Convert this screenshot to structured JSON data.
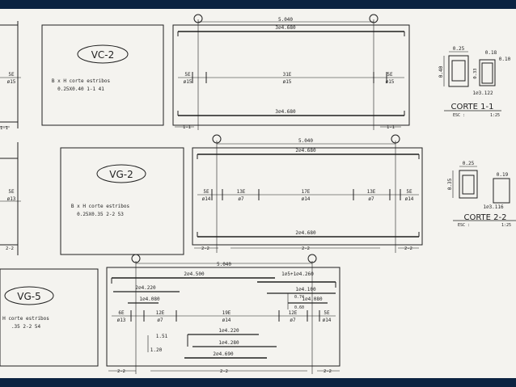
{
  "beam_vc2": {
    "tag": "VC-2",
    "hdr": "B x H  corte   estribos",
    "val": "0.25X0.40  1-1    41",
    "span": "5.040",
    "top_bar": "3∅4.680",
    "bot_bar": "3∅4.680",
    "left_st_n": "5E",
    "left_st_s": "ø15",
    "mid_st_n": "31E",
    "mid_st_s": "ø15",
    "right_st_n": "5E",
    "right_st_s": "ø15",
    "left_edge_n": "5E",
    "left_edge_s": "ø15"
  },
  "section_11": {
    "b": "0.25",
    "h": "0.40",
    "stirrup": "1∅3.122",
    "title": "CORTE 1-1",
    "esc": "ESC :",
    "scale": "1:25"
  },
  "beam_vg2": {
    "tag": "VG-2",
    "hdr": "B x H   corte   estribos",
    "val": "0.25X0.35   2-2     53",
    "span": "5.040",
    "top_bar": "2∅4.680",
    "bot_bar": "2∅4.680",
    "cut": "2-2",
    "st": [
      {
        "n": "5E",
        "s": "ø14"
      },
      {
        "n": "13E",
        "s": "ø7"
      },
      {
        "n": "17E",
        "s": "ø14"
      },
      {
        "n": "13E",
        "s": "ø7"
      },
      {
        "n": "5E",
        "s": "ø14"
      }
    ],
    "left_edge_n": "5E",
    "left_edge_s": "ø13"
  },
  "section_22": {
    "b": "0.25",
    "h": "0.35",
    "w2": "0.19",
    "stirrup": "1∅3.116",
    "title": "CORTE 2-2",
    "esc": "ESC :",
    "scale": "1:25"
  },
  "beam_vg5": {
    "tag": "VG-5",
    "hdr": "H  corte   estribos",
    "val": ".35  2-2     54",
    "span": "5.040",
    "top_bar": "2∅4.500",
    "top_right_bar": "1∅5+1∅4.260",
    "b1": "2∅4.220",
    "b2": "1∅4.080",
    "r1": "1∅4.100",
    "r_074": "0.74",
    "r2": "1∅4.080",
    "r_060": "0.60",
    "st": [
      {
        "n": "6E",
        "s": "ø13"
      },
      {
        "n": "12E",
        "s": "ø7"
      },
      {
        "n": "19E",
        "s": "ø14"
      },
      {
        "n": "12E",
        "s": "ø7"
      },
      {
        "n": "5E",
        "s": "ø14"
      }
    ],
    "d151": "1.51",
    "d120": "1.20",
    "l1": "1∅4.220",
    "l2": "1∅4.280",
    "l3": "2∅4.690",
    "cut": "2-2"
  },
  "cuts": {
    "c11": "1-1"
  },
  "colors": {
    "line": "#1f1f1f",
    "paper": "#f4f3ef",
    "frame": "#0b2341"
  }
}
